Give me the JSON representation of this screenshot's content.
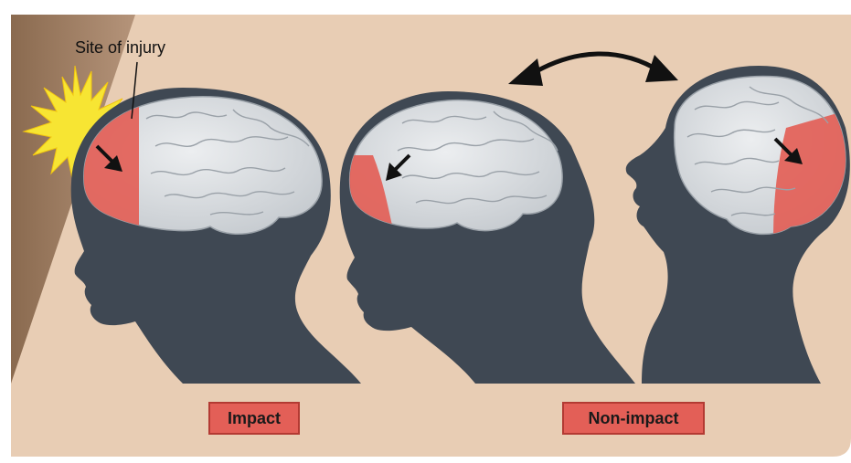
{
  "annotation": {
    "site_of_injury": "Site of injury"
  },
  "labels": {
    "impact": "Impact",
    "non_impact": "Non-impact"
  },
  "colors": {
    "background": "#e8cdb4",
    "left_band": "#9b7a5e",
    "silhouette": "#3f4853",
    "brain": "#d4d8dc",
    "injury": "#e35f57",
    "impact_star": "#f7e533",
    "badge": "#e35f57"
  }
}
